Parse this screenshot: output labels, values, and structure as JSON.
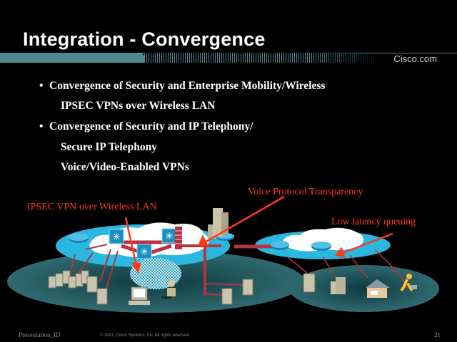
{
  "slide": {
    "title": "Integration - Convergence",
    "brand": "Cisco.com",
    "accent_color": "#4e8a90",
    "bullets": [
      {
        "text": "Convergence of Security and Enterprise Mobility/Wireless",
        "sub": [
          "IPSEC VPNs over Wireless LAN"
        ]
      },
      {
        "text": "Convergence of Security and IP Telephony/",
        "sub": [
          "Secure IP Telephony",
          "Voice/Video-Enabled VPNs"
        ]
      }
    ],
    "bullet_glyph": "•"
  },
  "diagram": {
    "callouts": [
      {
        "text": "IPSEC VPN over Wireless LAN",
        "color": "#ff3a1a"
      },
      {
        "text": "Voice Protocol Transparency",
        "color": "#ff3a1a"
      },
      {
        "text": "Low latency queuing",
        "color": "#ff3a1a"
      }
    ],
    "icons": [
      "router-icon",
      "switch-icon",
      "firewall-icon",
      "building-icon",
      "server-icon",
      "workstation-icon",
      "user-icon",
      "house-icon",
      "mobile-user-icon",
      "cloud-icon"
    ]
  },
  "footer": {
    "presentation_id": "Presentation_ID",
    "copyright": "© 2001, Cisco Systems, Inc. All rights reserved.",
    "page_number": "21"
  }
}
